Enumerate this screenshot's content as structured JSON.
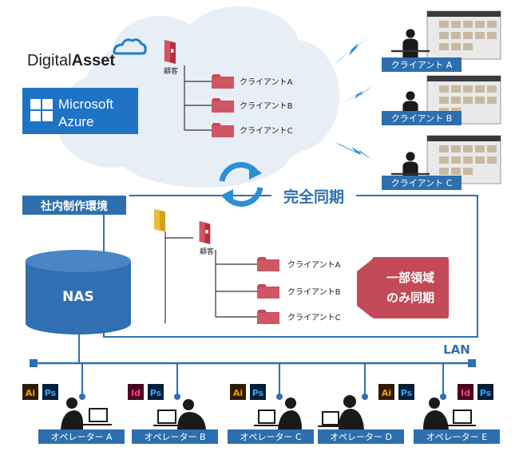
{
  "brand": {
    "digital_asset_prefix": "Digital",
    "digital_asset_suffix": "Asset",
    "azure_line1": "Microsoft",
    "azure_line2": "Azure"
  },
  "cloud_tree": {
    "root_label": "顧客",
    "folders": [
      "クライアントA",
      "クライアントB",
      "クライアントC"
    ]
  },
  "clients": [
    "クライアント A",
    "クライアント B",
    "クライアント C"
  ],
  "sync_label": "完全同期",
  "internal": {
    "title": "社内制作環境",
    "nas_label": "NAS",
    "root_label": "顧客",
    "folders": [
      "クライアントA",
      "クライアントB",
      "クライアントC"
    ],
    "partial_sync_line1": "一部領域",
    "partial_sync_line2": "のみ同期"
  },
  "lan_label": "LAN",
  "operators": [
    {
      "label": "オペレーター A",
      "apps": [
        "Ai",
        "Ps"
      ]
    },
    {
      "label": "オペレーター B",
      "apps": [
        "Id",
        "Ps"
      ]
    },
    {
      "label": "オペレーター C",
      "apps": [
        "Ai",
        "Ps"
      ]
    },
    {
      "label": "オペレーター D",
      "apps": [
        "Ai",
        "Ps"
      ]
    },
    {
      "label": "オペレーター E",
      "apps": [
        "Id",
        "Ps"
      ]
    }
  ],
  "colors": {
    "blue": "#2f6fb2",
    "label_blue": "#2d6fae",
    "folder_red": "#c24a58",
    "cloud": "#e8eef6",
    "ai_orange": "#ff9a00",
    "ai_bg": "#2e1b00",
    "id_pink": "#ff3f94",
    "id_bg": "#49021f",
    "ps_blue": "#31a8ff",
    "ps_bg": "#001e36",
    "azure_blue": "#1f73c5"
  }
}
